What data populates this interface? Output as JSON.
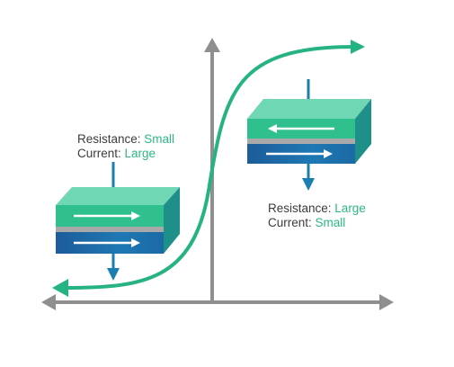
{
  "colors": {
    "axis": "#8f8f8f",
    "curve": "#25b383",
    "top_layer": "#2fc08d",
    "top_layer_face": "#6fd7b3",
    "spacer": "#a9a9a9",
    "bottom_layer": "#1c5c9a",
    "bottom_layer_face": "#1f84b8",
    "arrow": "#1a7fb0",
    "highlight": "#2bb886",
    "text": "#3b3b3b"
  },
  "left_state": {
    "resistance_label": "Resistance: ",
    "resistance_value": "Small",
    "current_label": "Current: ",
    "current_value": "Large",
    "top_magnet_direction": "right",
    "bottom_magnet_direction": "right"
  },
  "right_state": {
    "resistance_label": "Resistance: ",
    "resistance_value": "Large",
    "current_label": "Current: ",
    "current_value": "Small",
    "top_magnet_direction": "left",
    "bottom_magnet_direction": "right"
  },
  "icons": {
    "y_axis_arrow": "up-arrow",
    "x_axis_arrow": "double-headed-horizontal-arrow",
    "current_in": "down-arrow",
    "current_out": "down-arrow"
  }
}
